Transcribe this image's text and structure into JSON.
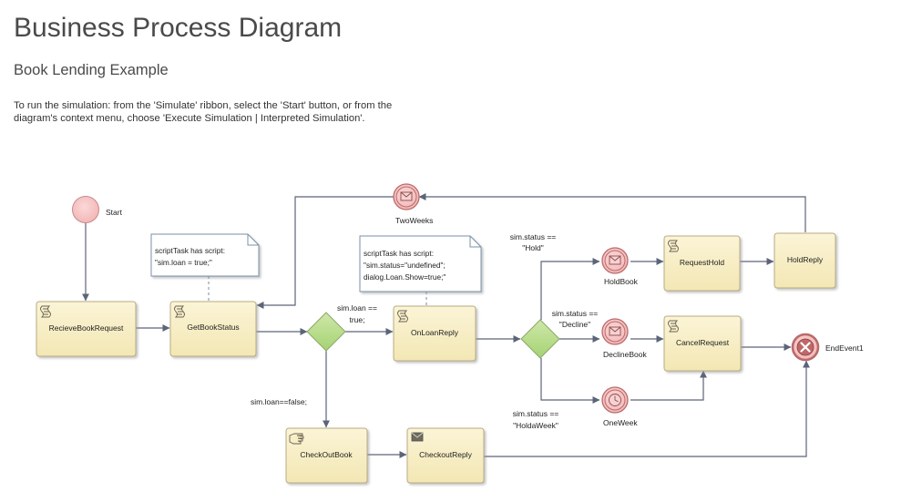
{
  "title": "Business Process Diagram",
  "subtitle": "Book Lending Example",
  "description": [
    "To run the simulation:  from the 'Simulate' ribbon, select the 'Start' button, or from the",
    "diagram's context menu, choose 'Execute Simulation | Interpreted Simulation'."
  ],
  "colors": {
    "task_fill": "#f8efc6",
    "task_stroke": "#b8ab84",
    "gateway_fill": "#b6dc8a",
    "event_fill": "#f7c4c4",
    "event_stroke": "#b96b6b",
    "edge": "#5c6478"
  },
  "events": {
    "start": "Start",
    "two_weeks": "TwoWeeks",
    "hold_book": "HoldBook",
    "decline_book": "DeclineBook",
    "one_week": "OneWeek",
    "end": "EndEvent1"
  },
  "tasks": {
    "recieve_book_request": "RecieveBookRequest",
    "get_book_status": "GetBookStatus",
    "on_loan_reply": "OnLoanReply",
    "request_hold": "RequestHold",
    "hold_reply": "HoldReply",
    "cancel_request": "CancelRequest",
    "check_out_book": "CheckOutBook",
    "checkout_reply": "CheckoutReply"
  },
  "notes": {
    "note1": [
      "scriptTask has script:",
      "\"sim.loan = true;\""
    ],
    "note2": [
      "scriptTask has script:",
      "\"sim.status=\"undefined\";",
      "dialog.Loan.Show=true;\""
    ]
  },
  "conditions": {
    "loan_true_1": "sim.loan ==",
    "loan_true_2": "true;",
    "loan_false": "sim.loan==false;",
    "status_hold_1": "sim.status ==",
    "status_hold_2": "\"Hold\"",
    "status_decline_1": "sim.status ==",
    "status_decline_2": "\"Decline\"",
    "status_week_1": "sim.status ==",
    "status_week_2": "\"HoldaWeek\""
  }
}
